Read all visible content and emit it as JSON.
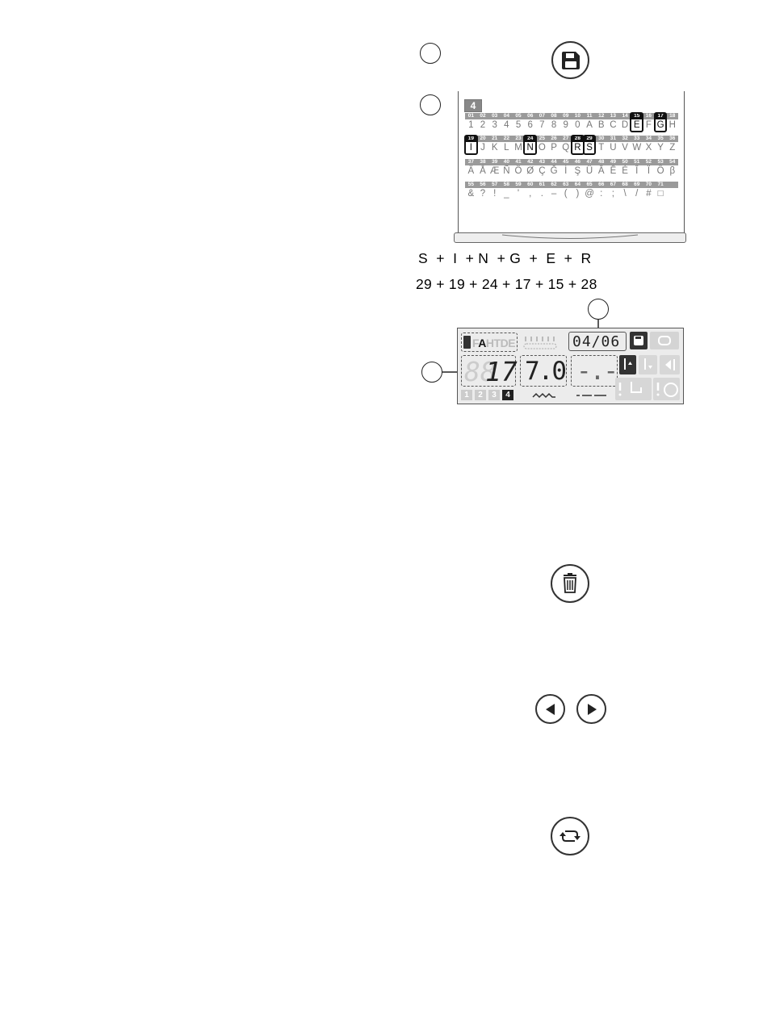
{
  "callouts": [
    "",
    "",
    "",
    ""
  ],
  "icons": {
    "save": "floppy-disk-icon",
    "delete": "trash-icon",
    "left": "triangle-left-icon",
    "right": "triangle-right-icon",
    "refresh": "cycle-arrows-icon"
  },
  "chart": {
    "panel_number": "4",
    "rows": [
      {
        "numbers": [
          "01",
          "02",
          "03",
          "04",
          "05",
          "06",
          "07",
          "08",
          "09",
          "10",
          "11",
          "12",
          "13",
          "14",
          "15",
          "16",
          "17",
          "18"
        ],
        "chars": [
          "1",
          "2",
          "3",
          "4",
          "5",
          "6",
          "7",
          "8",
          "9",
          "0",
          "A",
          "B",
          "C",
          "D",
          "E",
          "F",
          "G",
          "H"
        ],
        "highlighted": [
          "15",
          "17"
        ]
      },
      {
        "numbers": [
          "19",
          "20",
          "21",
          "22",
          "23",
          "24",
          "25",
          "26",
          "27",
          "28",
          "29",
          "30",
          "31",
          "32",
          "33",
          "34",
          "35",
          "36"
        ],
        "chars": [
          "I",
          "J",
          "K",
          "L",
          "M",
          "N",
          "O",
          "P",
          "Q",
          "R",
          "S",
          "T",
          "U",
          "V",
          "W",
          "X",
          "Y",
          "Z"
        ],
        "highlighted": [
          "19",
          "24",
          "28",
          "29"
        ]
      },
      {
        "numbers": [
          "37",
          "38",
          "39",
          "40",
          "41",
          "42",
          "43",
          "44",
          "45",
          "46",
          "47",
          "48",
          "49",
          "50",
          "51",
          "52",
          "53",
          "54"
        ],
        "chars": [
          "Ä",
          "Å",
          "Æ",
          "Ñ",
          "Ö",
          "Ø",
          "Ç",
          "Ğ",
          "İ",
          "Ş",
          "Ü",
          "Â",
          "Ê",
          "É",
          "Î",
          "Ï",
          "Ô",
          "β"
        ],
        "highlighted": []
      },
      {
        "numbers": [
          "55",
          "56",
          "57",
          "58",
          "59",
          "60",
          "61",
          "62",
          "63",
          "64",
          "65",
          "66",
          "67",
          "68",
          "69",
          "70",
          "71"
        ],
        "chars": [
          "&",
          "?",
          "!",
          "_",
          "'",
          ",",
          ".",
          "–",
          "(",
          ")",
          "@",
          ":",
          ";",
          "\\",
          "/",
          "#",
          "□"
        ],
        "highlighted": []
      }
    ]
  },
  "formula": {
    "letters": "S  +  I  + N  + G  +  E  +  R",
    "numbers": "29 + 19 + 24 + 17 + 15 + 28"
  },
  "lcd": {
    "font_labels": [
      "F",
      "A",
      "H",
      "T",
      "D",
      "E"
    ],
    "memory_position": "04/06",
    "pattern_number": "17",
    "pattern_ghost": "88",
    "width_value": "7.0",
    "length_value": "-.-",
    "pages": [
      "1",
      "2",
      "3",
      "4"
    ],
    "active_page": "4"
  }
}
